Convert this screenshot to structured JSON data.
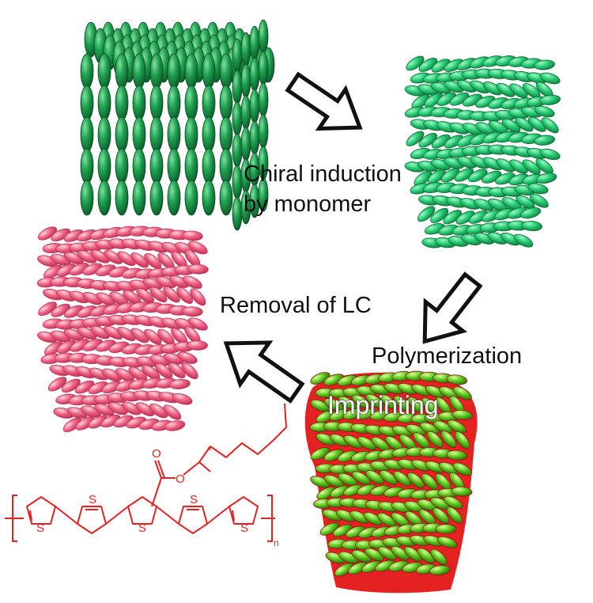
{
  "labels": {
    "chiral_induction_line1": "Chiral induction",
    "chiral_induction_line2": "by monomer",
    "removal": "Removal of LC",
    "polymerization": "Polymerization",
    "imprinting": "Imprinting"
  },
  "structure": {
    "atom_label": "S",
    "oxygen_label": "O",
    "chiral_marker": "*",
    "repeat_subscript": "n"
  },
  "colors": {
    "green_lc": "#1fa050",
    "bright_green_lc": "#2bd07a",
    "pink_lc": "#f06a8a",
    "red_polymer": "#e52222",
    "imprint_green": "#5cc81e"
  }
}
